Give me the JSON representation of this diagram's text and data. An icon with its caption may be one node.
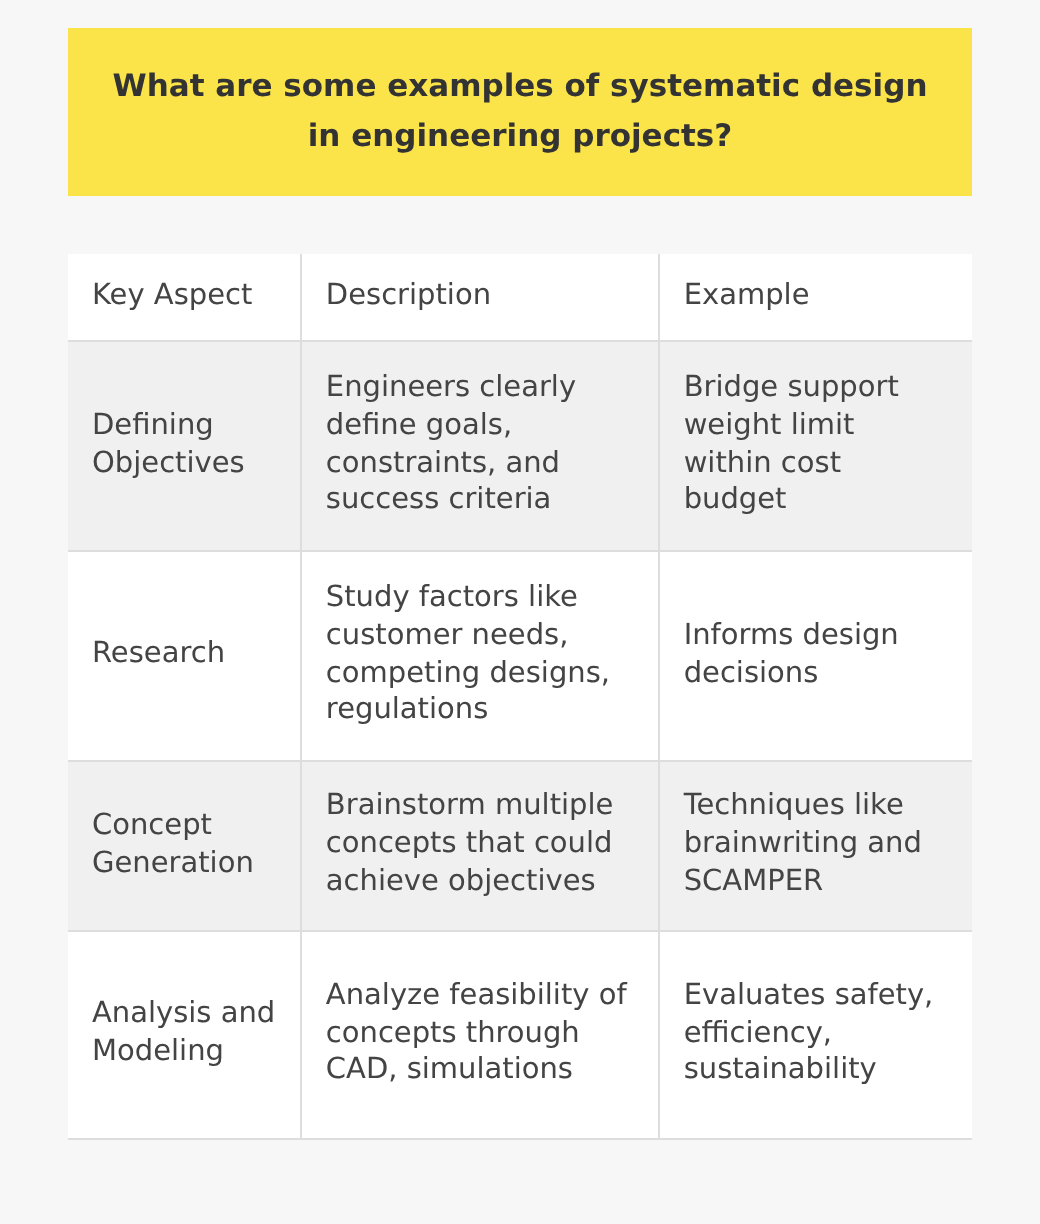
{
  "diagram": {
    "title": "What are some examples of systematic design in engineering projects?",
    "labels": [
      "Key Aspect",
      "Description",
      "Example",
      "Defining Objectives",
      "Engineers clearly define goals, constraints, and success criteria",
      "Bridge support weight limit within cost budget",
      "Research",
      "Study factors like customer needs, competing designs, regulations",
      "Informs design decisions",
      "Concept Generation",
      "Brainstorm multiple concepts that could achieve objectives",
      "Techniques like brainwriting and SCAMPER",
      "Analysis and Modeling",
      "Analyze feasibility of concepts through CAD, simulations",
      "Evaluates safety, efficiency, sustainability"
    ]
  }
}
